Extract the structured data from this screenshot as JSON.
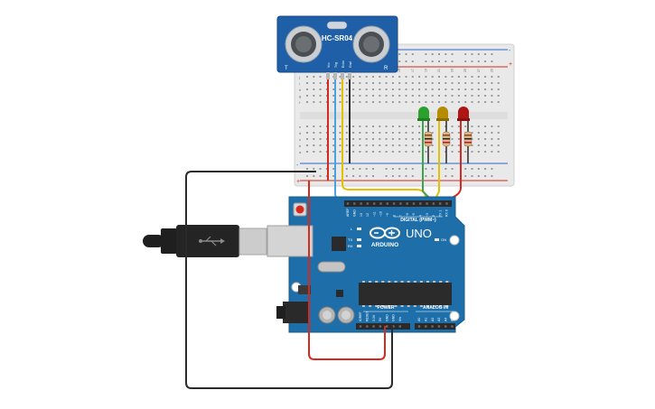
{
  "sensor": {
    "label": "HC-SR04",
    "pins": [
      "Vcc",
      "Trig",
      "Echo",
      "Gnd"
    ],
    "marks": [
      "T",
      "R"
    ]
  },
  "breadboard": {
    "rail_top_minus": "-",
    "rail_top_plus": "+",
    "rail_bottom_minus": "-",
    "rail_bottom_plus": "+",
    "row_letters_top": [
      "j",
      "i",
      "h",
      "g",
      "f"
    ],
    "row_letters_bottom": [
      "e",
      "d",
      "c",
      "b",
      "a"
    ],
    "column_numbers": [
      "1",
      "3",
      "5",
      "7",
      "9",
      "11",
      "13",
      "15",
      "17",
      "19",
      "21",
      "23",
      "25",
      "27",
      "29"
    ]
  },
  "leds": [
    {
      "name": "green",
      "color": "#2ca02c"
    },
    {
      "name": "yellow",
      "color": "#b58b00"
    },
    {
      "name": "red",
      "color": "#b01515"
    }
  ],
  "arduino": {
    "brand": "ARDUINO",
    "model": "UNO",
    "digital_label": "DIGITAL (PWM~)",
    "power_label": "POWER",
    "analog_label": "ANALOG IN",
    "led_labels": [
      "L",
      "TX",
      "RX",
      "ON"
    ],
    "digital_pins": [
      "AREF",
      "GND",
      "13",
      "12",
      "~11",
      "~10",
      "~9",
      "8",
      "7",
      "~6",
      "~5",
      "4",
      "~3",
      "2",
      "TX 1",
      "RX 0"
    ],
    "power_pins": [
      "IOREF",
      "RESET",
      "3.3V",
      "5V",
      "GND",
      "GND",
      "Vin"
    ],
    "analog_pins": [
      "A0",
      "A1",
      "A2",
      "A3",
      "A4",
      "A5"
    ]
  },
  "wire_colors": {
    "power": "#d42a1f",
    "ground": "#2b2b2b",
    "trig": "#4aa3df",
    "echo": "#e2c200",
    "green": "#3fa34d",
    "yellow": "#e2c200",
    "red": "#d42a1f"
  }
}
